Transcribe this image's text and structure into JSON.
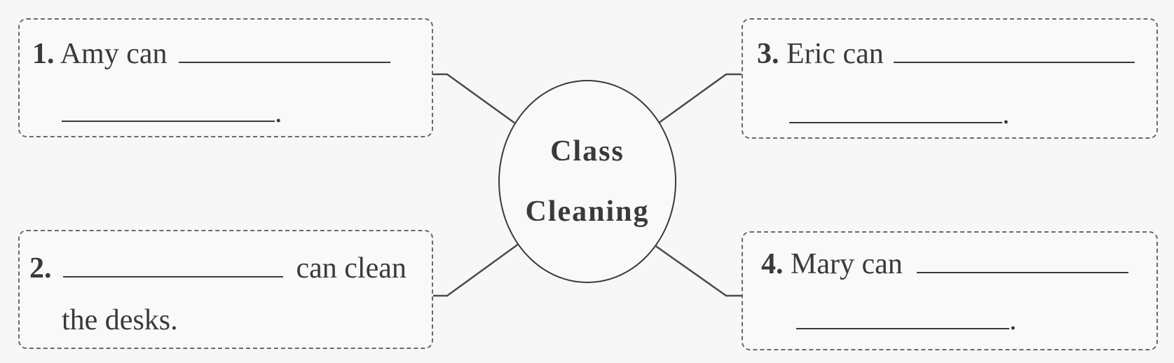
{
  "center": {
    "line1": "Class",
    "line2": "Cleaning"
  },
  "boxes": [
    {
      "number": "1.",
      "text_before": "Amy can",
      "period": "."
    },
    {
      "number": "2.",
      "text_after": "can clean",
      "line2": "the desks."
    },
    {
      "number": "3.",
      "text_before": "Eric can",
      "period": "."
    },
    {
      "number": "4.",
      "text_before": "Mary can",
      "period": "."
    }
  ]
}
